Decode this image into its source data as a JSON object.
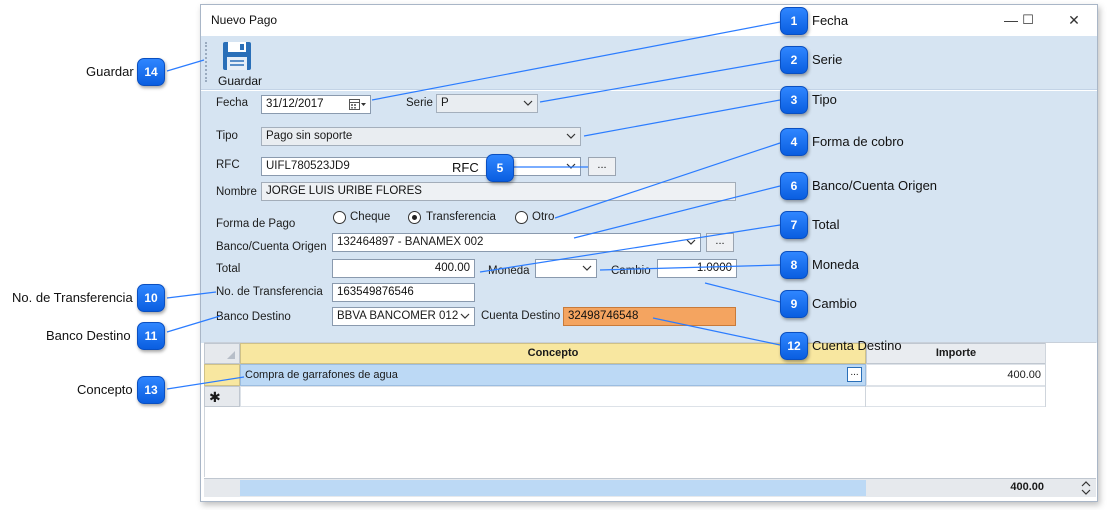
{
  "window": {
    "title": "Nuevo Pago",
    "minimize": "—",
    "maximize": "☐",
    "close": "✕"
  },
  "toolbar": {
    "save_label": "Guardar"
  },
  "form": {
    "fecha_label": "Fecha",
    "fecha_value": "31/12/2017",
    "serie_label": "Serie",
    "serie_value": "P",
    "tipo_label": "Tipo",
    "tipo_value": "Pago sin soporte",
    "rfc_label": "RFC",
    "rfc_value": "UIFL780523JD9",
    "rfc_button": "...",
    "nombre_label": "Nombre",
    "nombre_value": "JORGE LUIS URIBE FLORES",
    "forma_pago_label": "Forma de Pago",
    "forma_pago_options": [
      "Cheque",
      "Transferencia",
      "Otro"
    ],
    "forma_pago_selected": "Transferencia",
    "banco_origen_label": "Banco/Cuenta Origen",
    "banco_origen_value": "132464897 - BANAMEX  002",
    "banco_origen_button": "...",
    "total_label": "Total",
    "total_value": "400.00",
    "moneda_label": "Moneda",
    "moneda_value": "",
    "cambio_label": "Cambio",
    "cambio_value": "1.0000",
    "transferencia_label": "No. de Transferencia",
    "transferencia_value": "163549876546",
    "banco_destino_label": "Banco Destino",
    "banco_destino_value": "BBVA BANCOMER  012",
    "cuenta_destino_label": "Cuenta Destino",
    "cuenta_destino_value": "32498746548"
  },
  "grid": {
    "columns": [
      "Concepto",
      "Importe"
    ],
    "rows": [
      {
        "concepto": "Compra de garrafones de agua",
        "importe": "400.00",
        "button": "..."
      }
    ],
    "new_row_marker": "✱",
    "footer_total": "400.00"
  },
  "callouts": [
    {
      "n": "1",
      "label": "Fecha"
    },
    {
      "n": "2",
      "label": "Serie"
    },
    {
      "n": "3",
      "label": "Tipo"
    },
    {
      "n": "4",
      "label": "Forma de cobro"
    },
    {
      "n": "5",
      "label": "RFC"
    },
    {
      "n": "6",
      "label": "Banco/Cuenta Origen"
    },
    {
      "n": "7",
      "label": "Total"
    },
    {
      "n": "8",
      "label": "Moneda"
    },
    {
      "n": "9",
      "label": "Cambio"
    },
    {
      "n": "10",
      "label": "No. de Transferencia"
    },
    {
      "n": "11",
      "label": "Banco Destino"
    },
    {
      "n": "12",
      "label": "Cuenta Destino"
    },
    {
      "n": "13",
      "label": "Concepto"
    },
    {
      "n": "14",
      "label": "Guardar"
    }
  ],
  "colors": {
    "form_background": "#d6e4f2",
    "callout_badge": "#1a73f0",
    "callout_line": "#2b7cff",
    "highlight_field": "#f4a460",
    "grid_header": "#f8e7a0",
    "selected_row": "#bcd9f5"
  }
}
